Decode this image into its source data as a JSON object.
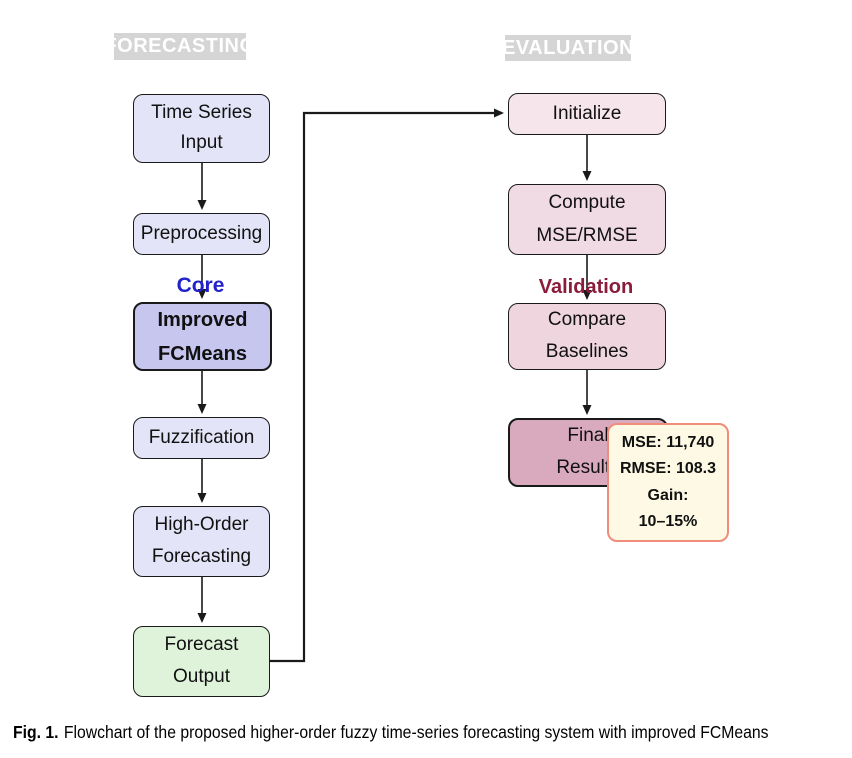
{
  "section_headers": {
    "forecasting": "FORECASTING",
    "evaluation": "EVALUATION"
  },
  "labels": {
    "core": "Core",
    "validation": "Validation"
  },
  "boxes": {
    "time_series_input": {
      "line1": "Time Series",
      "line2": "Input"
    },
    "preprocessing": {
      "line1": "Preprocessing"
    },
    "improved_fcmeans": {
      "line1": "Improved",
      "line2": "FCMeans"
    },
    "fuzzification": {
      "line1": "Fuzzification"
    },
    "high_order_forecasting": {
      "line1": "High-Order",
      "line2": "Forecasting"
    },
    "forecast_output": {
      "line1": "Forecast",
      "line2": "Output"
    },
    "initialize": {
      "line1": "Initialize"
    },
    "compute_mse_rmse": {
      "line1": "Compute",
      "line2": "MSE/RMSE"
    },
    "compare_baselines": {
      "line1": "Compare",
      "line2": "Baselines"
    },
    "final_results": {
      "line1": "Final",
      "line2": "Results"
    }
  },
  "annotation": {
    "line1": "MSE: 11,740",
    "line2": "RMSE: 108.3",
    "line3": "Gain:",
    "line4": "10–15%"
  },
  "caption": {
    "label": "Fig. 1.",
    "text": "Flowchart of the proposed higher-order fuzzy time-series forecasting system with improved FCMeans"
  },
  "colors": {
    "lavender_fill": "#e4e4f8",
    "fcmeans_fill": "#c6c6ef",
    "green_fill": "#dff3da",
    "initialize_fill": "#f6e6ec",
    "compute_fill": "#f0dae3",
    "compare_fill": "#eed5de",
    "final_fill": "#d9a9be",
    "annotation_fill": "#fdf9e4",
    "annotation_border": "#f08d7a",
    "header_bg": "#d5d5d5",
    "header_text": "#ffffff",
    "core_label": "#2222cc",
    "validation_label": "#8c1c3c",
    "line_color": "#1a1a1a"
  }
}
